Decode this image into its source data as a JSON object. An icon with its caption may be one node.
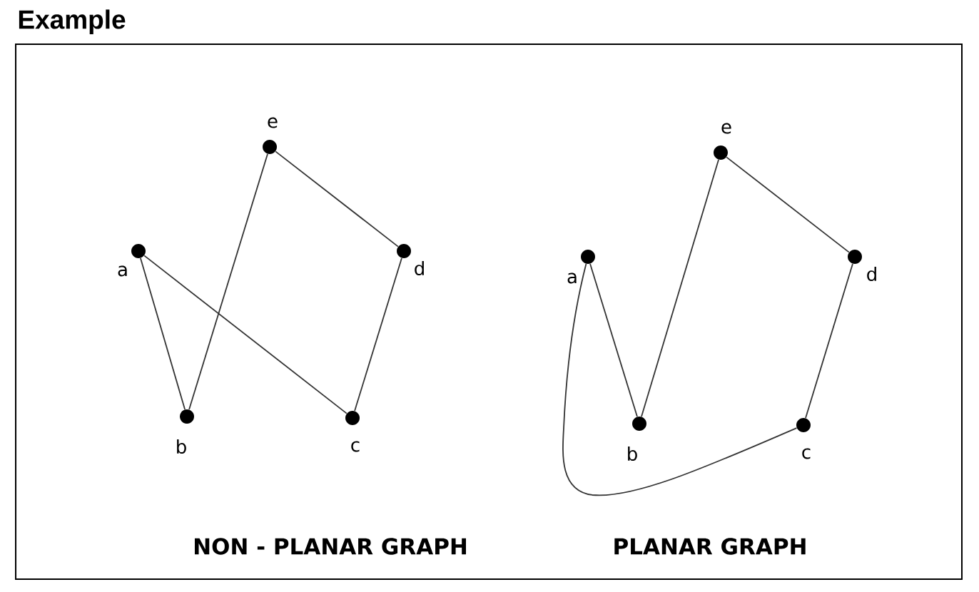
{
  "diagram": {
    "title": "Example",
    "nodes": [
      {
        "text": [],
        "shape": "circle",
        "beside": [
          "a"
        ]
      },
      {
        "text": [],
        "shape": "circle",
        "beside": [
          "b"
        ]
      },
      {
        "text": [],
        "shape": "circle",
        "beside": [
          "c"
        ]
      },
      {
        "text": [],
        "shape": "circle",
        "beside": [
          "d"
        ]
      },
      {
        "text": [],
        "shape": "circle",
        "beside": [
          "e"
        ]
      },
      {
        "text": [],
        "shape": "circle",
        "beside": [
          "a"
        ]
      },
      {
        "text": [],
        "shape": "circle",
        "beside": [
          "b"
        ]
      },
      {
        "text": [],
        "shape": "circle",
        "beside": [
          "c"
        ]
      },
      {
        "text": [],
        "shape": "circle",
        "beside": [
          "d"
        ]
      },
      {
        "text": [],
        "shape": "circle",
        "beside": [
          "e"
        ]
      }
    ],
    "edges": [
      {
        "from": 0,
        "to": 1,
        "arrow": "none"
      },
      {
        "from": 0,
        "to": 2,
        "arrow": "none"
      },
      {
        "from": 1,
        "to": 4,
        "arrow": "none"
      },
      {
        "from": 4,
        "to": 3,
        "arrow": "none"
      },
      {
        "from": 3,
        "to": 2,
        "arrow": "none"
      },
      {
        "from": 5,
        "to": 6,
        "arrow": "none"
      },
      {
        "from": 6,
        "to": 9,
        "arrow": "none"
      },
      {
        "from": 9,
        "to": 8,
        "arrow": "none"
      },
      {
        "from": 8,
        "to": 7,
        "arrow": "none"
      },
      {
        "from": 7,
        "to": 5,
        "arrow": "none"
      }
    ],
    "labels": [
      "NON - PLANAR GRAPH",
      "PLANAR GRAPH"
    ]
  }
}
